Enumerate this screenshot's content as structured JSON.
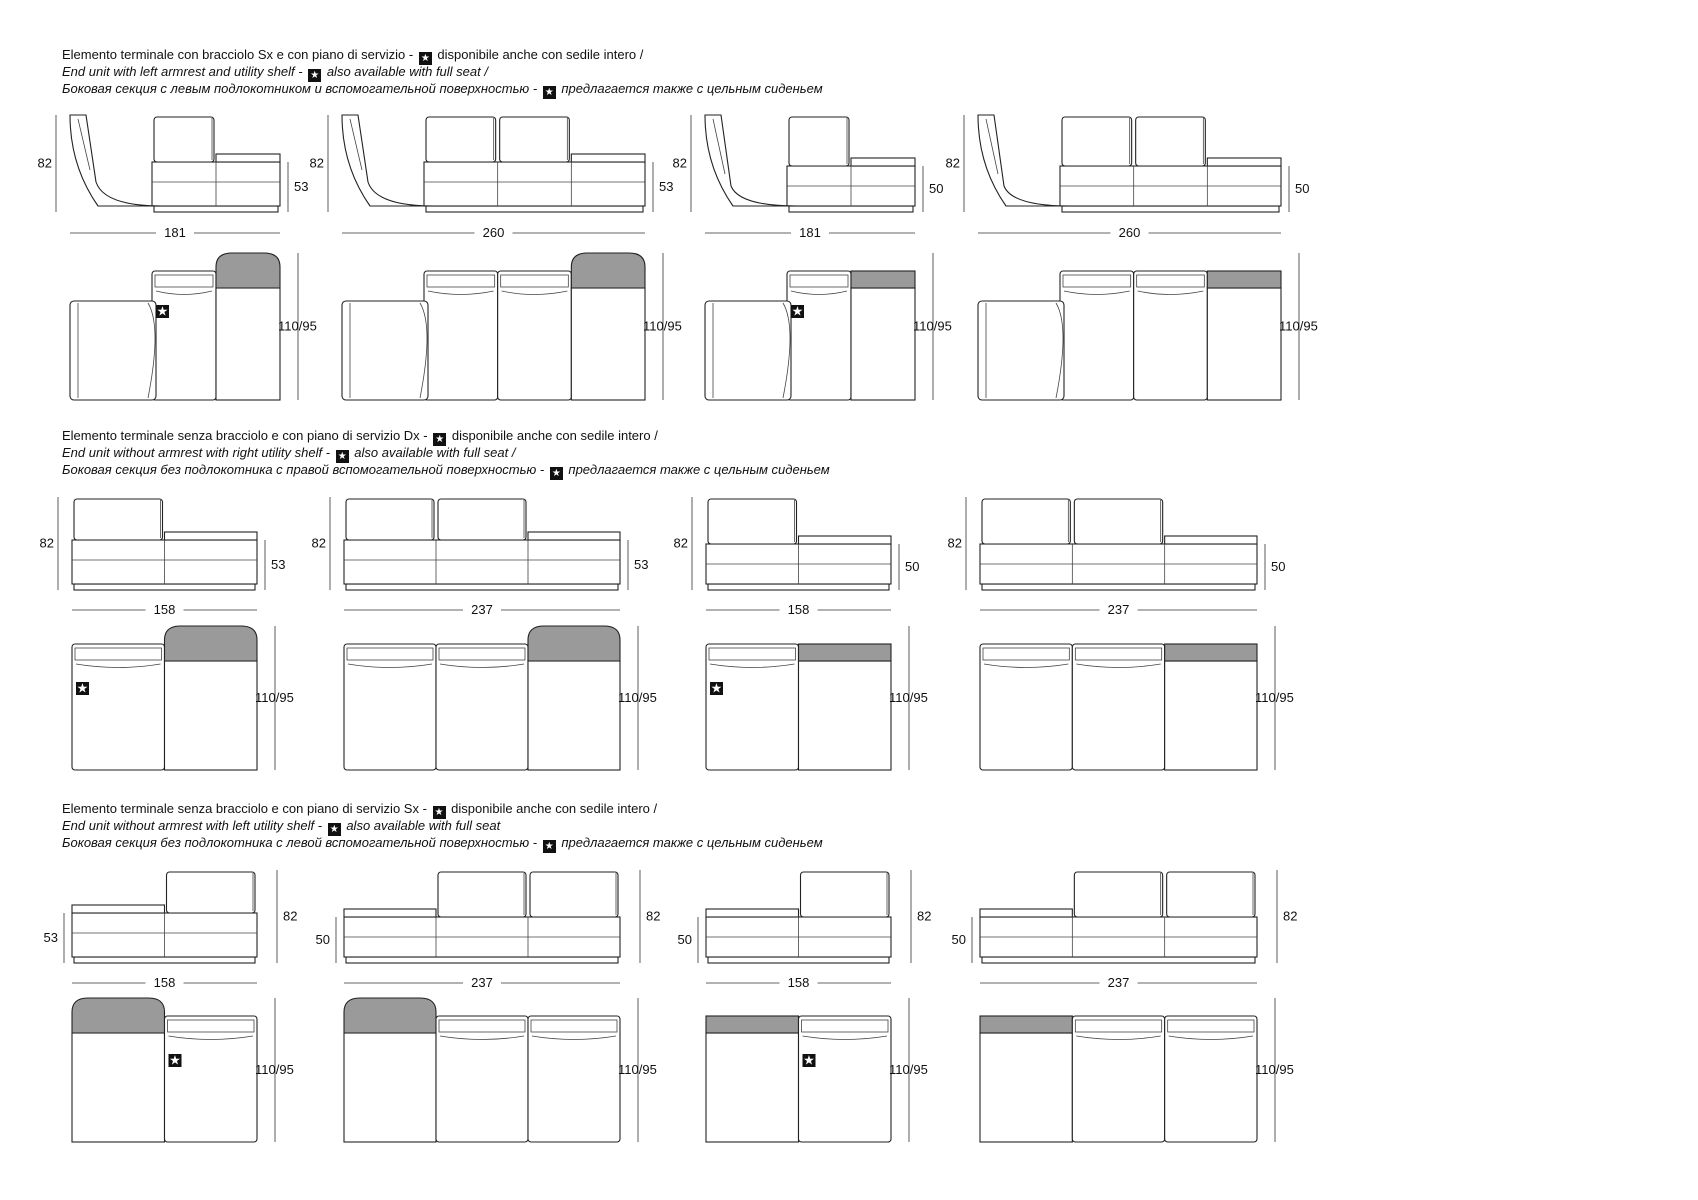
{
  "sections": [
    {
      "lines": [
        {
          "pre": "Elemento terminale con bracciolo Sx e con piano di servizio - ",
          "post": " disponibile anche con sedile intero /"
        },
        {
          "pre": "End unit with left armrest and utility shelf - ",
          "post": " also available with full seat /"
        },
        {
          "pre": "Боковая секция с левым подлокотником и вспомогательной поверхностью - ",
          "post": " предлагается также с цельным сиденьем"
        }
      ],
      "units": [
        {
          "width": "181",
          "height": "82",
          "seat": "53",
          "depth": "110/95",
          "seats": 1,
          "shelf": "round",
          "star": true
        },
        {
          "width": "260",
          "height": "82",
          "seat": "53",
          "depth": "110/95",
          "seats": 2,
          "shelf": "round",
          "star": false
        },
        {
          "width": "181",
          "height": "82",
          "seat": "50",
          "depth": "110/95",
          "seats": 1,
          "shelf": "flat",
          "star": true
        },
        {
          "width": "260",
          "height": "82",
          "seat": "50",
          "depth": "110/95",
          "seats": 2,
          "shelf": "flat",
          "star": false
        }
      ]
    },
    {
      "lines": [
        {
          "pre": "Elemento terminale senza bracciolo e con piano di servizio Dx - ",
          "post": " disponibile anche con sedile intero /"
        },
        {
          "pre": "End unit without armrest with right utility shelf - ",
          "post": " also available with full seat /"
        },
        {
          "pre": "Боковая секция без подлокотника с правой вспомогательной поверхностью - ",
          "post": " предлагается также с цельным сиденьем"
        }
      ],
      "units": [
        {
          "width": "158",
          "height": "82",
          "seat": "53",
          "depth": "110/95",
          "seats": 1,
          "shelf": "round",
          "star": true
        },
        {
          "width": "237",
          "height": "82",
          "seat": "53",
          "depth": "110/95",
          "seats": 2,
          "shelf": "round",
          "star": false
        },
        {
          "width": "158",
          "height": "82",
          "seat": "50",
          "depth": "110/95",
          "seats": 1,
          "shelf": "flat",
          "star": true
        },
        {
          "width": "237",
          "height": "82",
          "seat": "50",
          "depth": "110/95",
          "seats": 2,
          "shelf": "flat",
          "star": false
        }
      ]
    },
    {
      "lines": [
        {
          "pre": "Elemento terminale senza bracciolo e con piano di servizio Sx - ",
          "post": " disponibile anche con sedile intero /"
        },
        {
          "pre": "End unit without armrest with left utility shelf - ",
          "post": " also available with full seat"
        },
        {
          "pre": "Боковая секция без подлокотника с левой вспомогательной поверхностью - ",
          "post": " предлагается также с цельным сиденьем"
        }
      ],
      "units": [
        {
          "width": "158",
          "height": "82",
          "seat": "53",
          "depth": "110/95",
          "seats": 1,
          "shelf": "round",
          "star": true
        },
        {
          "width": "237",
          "height": "82",
          "seat": "50",
          "depth": "110/95",
          "seats": 2,
          "shelf": "round",
          "star": false
        },
        {
          "width": "158",
          "height": "82",
          "seat": "50",
          "depth": "110/95",
          "seats": 1,
          "shelf": "flat",
          "star": true
        },
        {
          "width": "237",
          "height": "82",
          "seat": "50",
          "depth": "110/95",
          "seats": 2,
          "shelf": "flat",
          "star": false
        }
      ]
    }
  ]
}
